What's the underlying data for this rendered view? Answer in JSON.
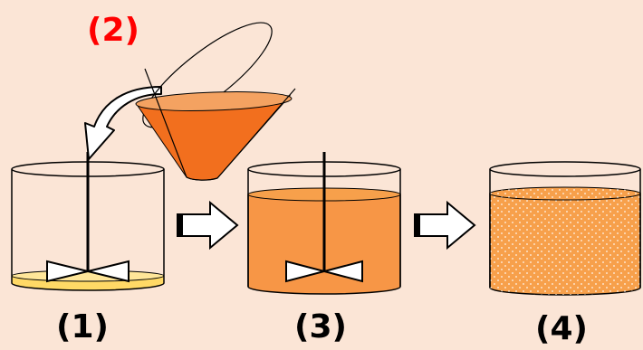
{
  "step_labels": {
    "step1": "(1)",
    "step2": "(2)",
    "step3": "(3)",
    "step4": "(4)"
  },
  "colors": {
    "background": "#fbe5d6",
    "step2_label": "#ff0000",
    "step_label": "#000000",
    "liquid_orange": "#f79646",
    "liquid_dark_orange": "#f26f1e",
    "thin_layer_yellow": "#ffd966",
    "mixed_product": "#f7a04b",
    "dots": "#ffffff"
  },
  "icons": [
    "beaker-with-impeller",
    "pouring-flask",
    "curved-arrow",
    "block-arrow-right",
    "dotted-product-beaker"
  ]
}
